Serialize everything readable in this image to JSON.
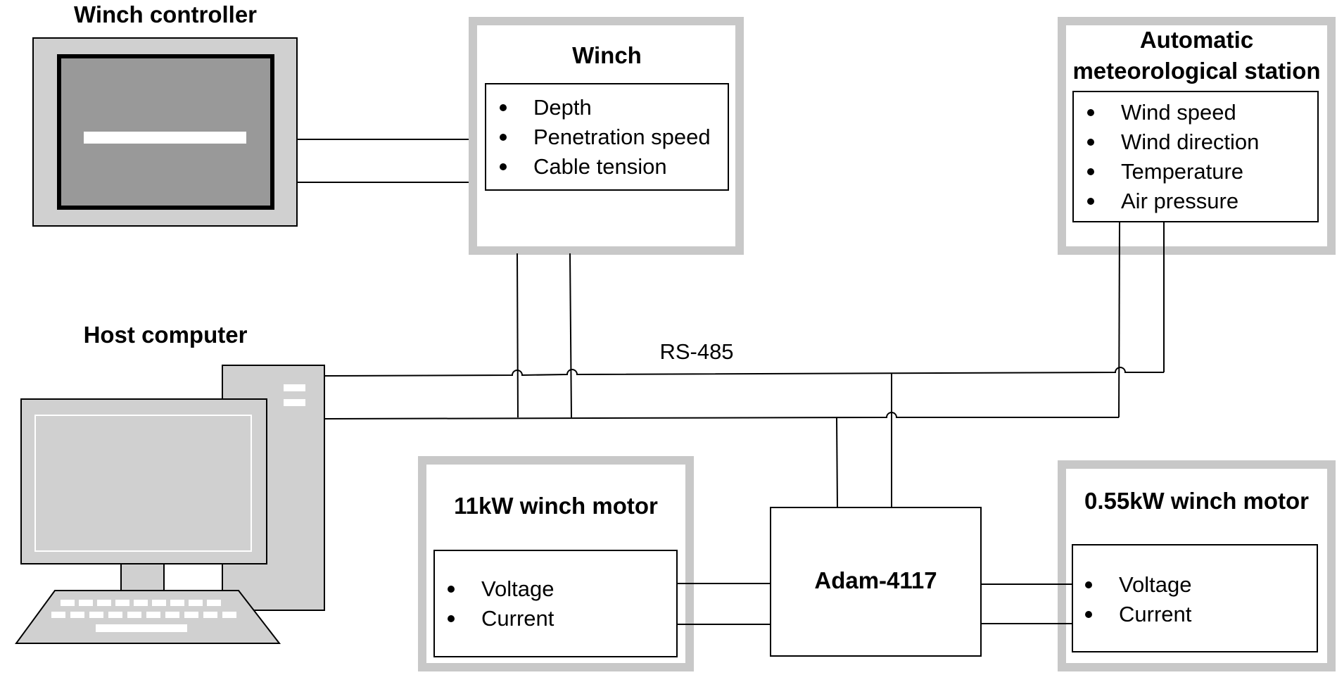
{
  "nodes": {
    "winch_controller": {
      "title": "Winch controller"
    },
    "winch": {
      "title": "Winch",
      "items": [
        "Depth",
        "Penetration speed",
        "Cable tension"
      ]
    },
    "met_station": {
      "title_line1": "Automatic",
      "title_line2": "meteorological station",
      "items": [
        "Wind speed",
        "Wind direction",
        "Temperature",
        "Air pressure"
      ]
    },
    "host_computer": {
      "title": "Host computer"
    },
    "bus": {
      "label": "RS-485"
    },
    "motor_11kw": {
      "title": "11kW winch motor",
      "items": [
        "Voltage",
        "Current"
      ]
    },
    "adam": {
      "title": "Adam-4117"
    },
    "motor_055kw": {
      "title": "0.55kW winch motor",
      "items": [
        "Voltage",
        "Current"
      ]
    }
  },
  "colors": {
    "frame_gray": "#c8c8c8",
    "screen_gray": "#999999",
    "device_gray": "#d0d0d0",
    "line": "#000000"
  }
}
